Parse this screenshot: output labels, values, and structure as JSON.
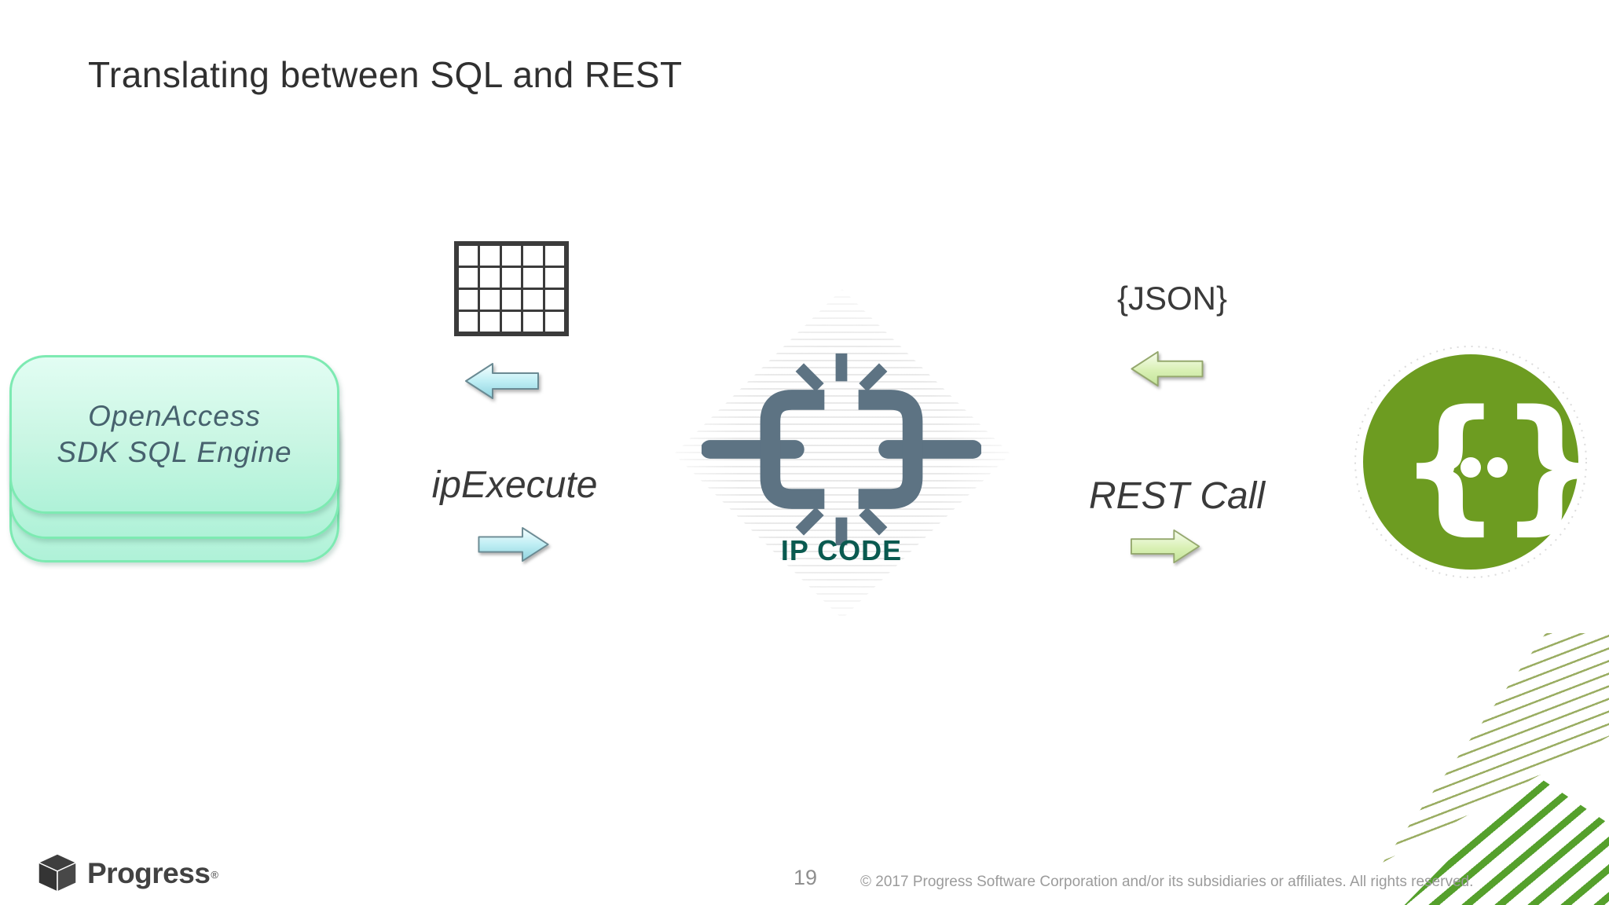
{
  "slide": {
    "title": "Translating between SQL and REST",
    "page_number": "19",
    "copyright": "© 2017 Progress Software Corporation and/or its subsidiaries or affiliates. All rights reserved."
  },
  "diagram": {
    "sql_engine_stack": {
      "line1": "OpenAccess",
      "line2": "SDK SQL Engine"
    },
    "ip_execute_label": "ipExecute",
    "json_label": "{JSON}",
    "rest_call_label": "REST Call",
    "ip_code_label": "IP CODE",
    "icons": {
      "result_grid": "table-grid-icon",
      "broken_chain": "broken-link-icon",
      "api_circle": "rest-api-braces-icon",
      "cyan_arrows": [
        "arrow-left-cyan-icon",
        "arrow-right-cyan-icon"
      ],
      "green_arrows": [
        "arrow-left-green-icon",
        "arrow-right-green-icon"
      ]
    }
  },
  "branding": {
    "logo_text": "Progress",
    "logo_mark": "®"
  },
  "colors": {
    "stack_fill": "#c9f6e3",
    "stack_border": "#7deab2",
    "stack_text": "#47626e",
    "chain_gray": "#5d7383",
    "ip_code_green": "#0a5a50",
    "api_green": "#6d9c21",
    "cyan_arrow_fill": "#bfeef4",
    "green_arrow_fill": "#d9f0b4",
    "stripe_thin": "#9aad62",
    "stripe_thick": "#55a02c",
    "title_text": "#303030",
    "footer_gray": "#9b9b9b"
  }
}
